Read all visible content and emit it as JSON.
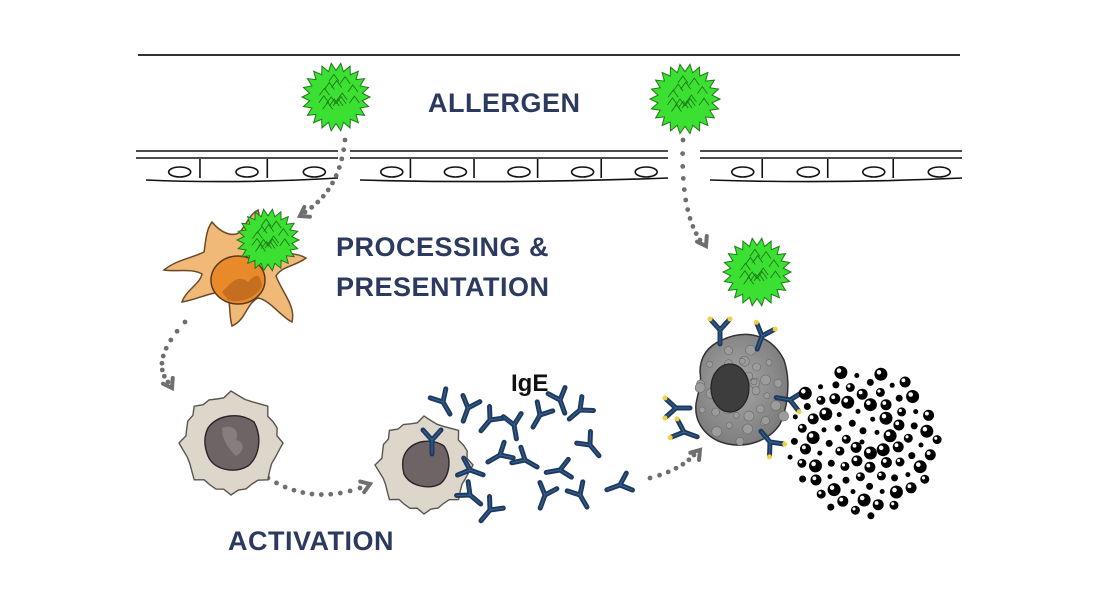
{
  "diagram": {
    "title": "Allergic sensitization and reaction",
    "labels": {
      "allergen": "ALLERGEN",
      "processing_line1": "PROCESSING &",
      "processing_line2": "PRESENTATION",
      "activation": "ACTIVATION",
      "ige": "IgE"
    },
    "elements": [
      {
        "name": "allergen-particle-left",
        "kind": "pollen allergen"
      },
      {
        "name": "allergen-particle-right",
        "kind": "pollen allergen"
      },
      {
        "name": "epithelial-barrier",
        "kind": "epithelium"
      },
      {
        "name": "dendritic-cell",
        "kind": "antigen presenting cell"
      },
      {
        "name": "naive-b-cell",
        "kind": "B cell"
      },
      {
        "name": "activated-b-cell",
        "kind": "plasma cell releasing IgE"
      },
      {
        "name": "ige-antibodies",
        "kind": "IgE"
      },
      {
        "name": "mast-cell",
        "kind": "mast cell with bound IgE"
      },
      {
        "name": "granules",
        "kind": "released mediators"
      }
    ],
    "colors": {
      "label_text": "#2b3a5e",
      "allergen_green": "#3be033",
      "dendritic_cell": "#f0b978",
      "nucleus_orange": "#e88a2a",
      "bcell_body": "#ddd6cb",
      "bcell_nucleus": "#6e6466",
      "antibody": "#1f3a5c",
      "mast_cell": "#8f8f8f",
      "arrow_gray": "#6f6f6f"
    }
  }
}
